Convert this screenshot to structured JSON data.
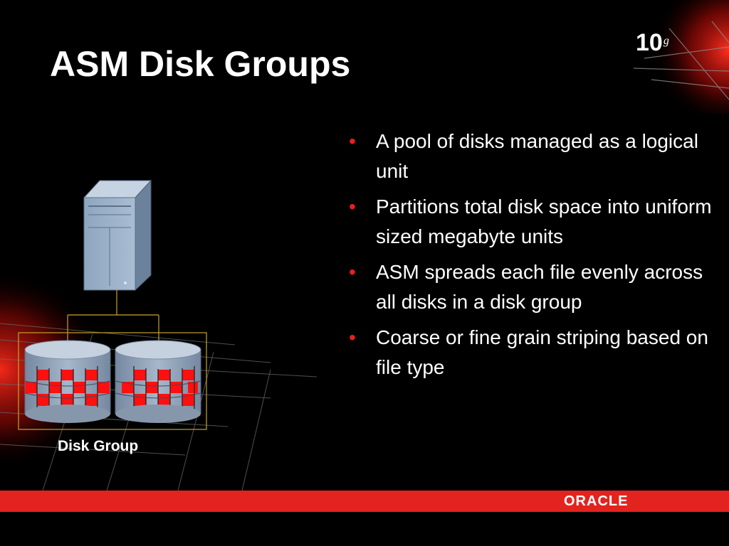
{
  "slide": {
    "title": "ASM Disk Groups",
    "version_logo": {
      "number": "10",
      "superscript": "g"
    },
    "bullets": [
      "A pool of disks managed as a logical unit",
      "Partitions total disk space into uniform sized megabyte units",
      "ASM spreads each file evenly across all disks in a disk group",
      "Coarse or fine grain striping based on file type"
    ],
    "diagram": {
      "caption": "Disk Group",
      "icons": [
        "server-icon",
        "disk-icon",
        "disk-icon"
      ]
    },
    "footer": {
      "brand": "ORACLE"
    }
  },
  "colors": {
    "background": "#000000",
    "accent_red": "#e3231e",
    "bullet_red": "#e8201f",
    "frame_gold": "#c9a227",
    "disk_gray": "#8fa0b4",
    "stripe_red": "#ff0000"
  }
}
